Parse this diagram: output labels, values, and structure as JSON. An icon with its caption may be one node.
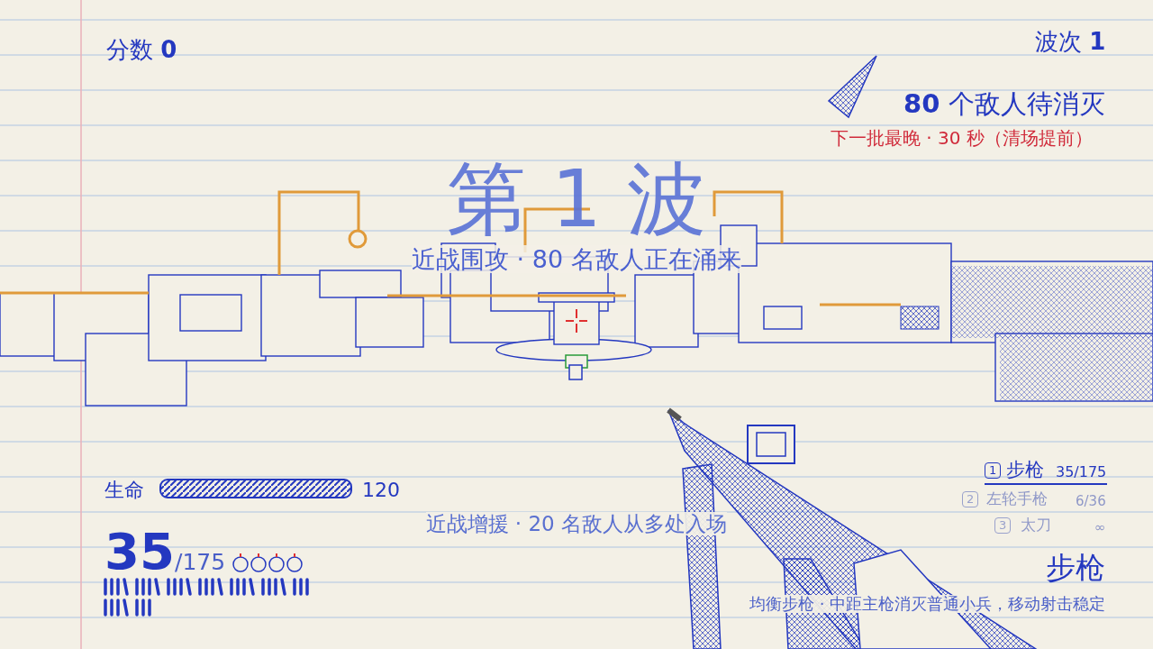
{
  "diagram": {
    "labels": [
      "分数 **0**",
      "波次 **1**",
      "**80** 个敌人待消灭",
      "下一批最晚 · 30 秒（清场提前）",
      "第 1 波",
      "近战围攻 · 80 名敌人正在涌来",
      "生命",
      "120",
      "1",
      "步枪",
      "35/175",
      "2",
      "左轮手枪",
      "6/36",
      "3",
      "太刀",
      "∞",
      "近战增援 · 20 名敌人从多处入场",
      "35",
      "/175",
      "步枪",
      "均衡步枪 · 中距主枪消灭普通小兵，移动射击稳定"
    ]
  }
}
